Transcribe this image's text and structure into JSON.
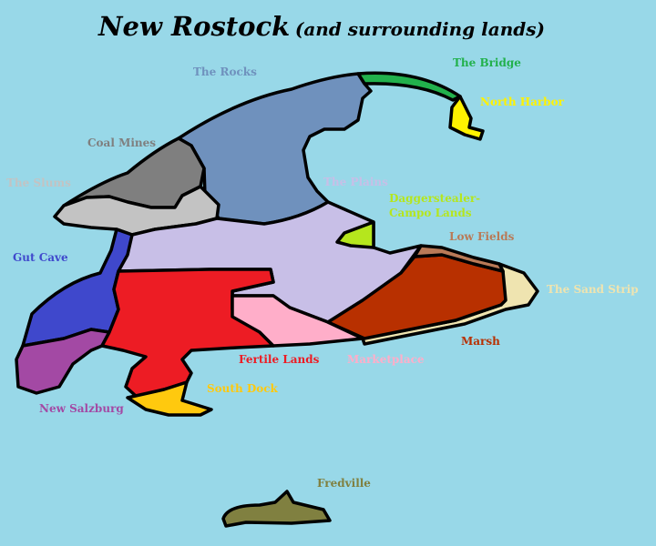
{
  "title": {
    "main": "New Rostock",
    "sub": "(and surrounding lands)"
  },
  "colors": {
    "sea": "#98d8e8",
    "the_rocks": "#6f91bd",
    "the_plains": "#c8bfe7",
    "coal_mines": "#7f7f7f",
    "the_slums": "#c3c3c3",
    "gut_cave": "#3f48cc",
    "new_salzburg": "#a349a4",
    "fertile_lands": "#ed1c24",
    "marketplace": "#ffaec9",
    "marsh": "#b83000",
    "low_fields": "#b97a57",
    "the_sand_strip": "#efe4b0",
    "daggerstealer_campo_lands": "#b5e61d",
    "south_dock": "#ffc90e",
    "north_harbor": "#fff200",
    "the_bridge": "#22b14c",
    "fredville": "#808040"
  },
  "labels": {
    "the_rocks": "The Rocks",
    "the_bridge": "The Bridge",
    "north_harbor": "North Harbor",
    "coal_mines": "Coal Mines",
    "the_slums": "The Slums",
    "the_plains": "The Plains",
    "daggerstealer_line1": "Daggerstealer-",
    "daggerstealer_line2": "Campo Lands",
    "low_fields": "Low Fields",
    "gut_cave": "Gut Cave",
    "the_sand_strip": "The Sand Strip",
    "marsh": "Marsh",
    "fertile_lands": "Fertile Lands",
    "marketplace": "Marketplace",
    "south_dock": "South Dock",
    "new_salzburg": "New Salzburg",
    "fredville": "Fredville"
  }
}
